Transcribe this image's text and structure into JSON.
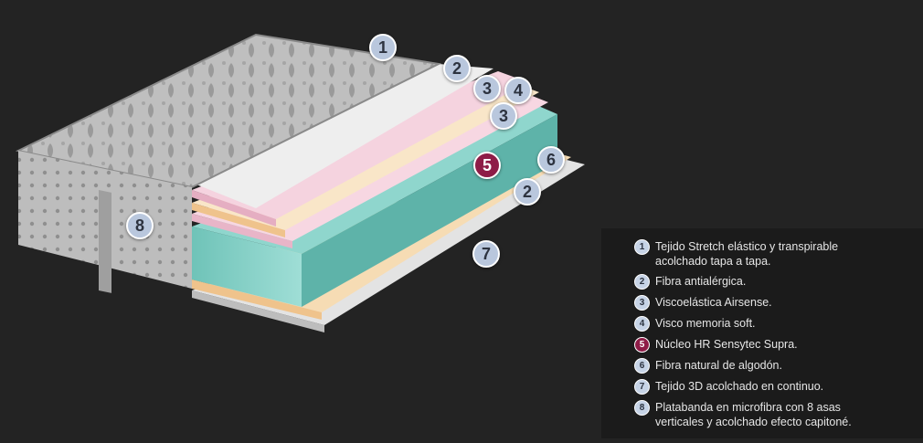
{
  "callouts": [
    {
      "id": "c1",
      "label": "1",
      "accent": false
    },
    {
      "id": "c2a",
      "label": "2",
      "accent": false
    },
    {
      "id": "c3a",
      "label": "3",
      "accent": false
    },
    {
      "id": "c4",
      "label": "4",
      "accent": false
    },
    {
      "id": "c3b",
      "label": "3",
      "accent": false
    },
    {
      "id": "c5",
      "label": "5",
      "accent": true
    },
    {
      "id": "c6",
      "label": "6",
      "accent": false
    },
    {
      "id": "c2b",
      "label": "2",
      "accent": false
    },
    {
      "id": "c7",
      "label": "7",
      "accent": false
    },
    {
      "id": "c8",
      "label": "8",
      "accent": false
    }
  ],
  "legend": [
    {
      "number": "1",
      "text": "Tejido Stretch elástico y transpirable acolchado tapa a tapa.",
      "accent": false
    },
    {
      "number": "2",
      "text": "Fibra antialérgica.",
      "accent": false
    },
    {
      "number": "3",
      "text": "Viscoelástica Airsense.",
      "accent": false
    },
    {
      "number": "4",
      "text": "Visco memoria soft.",
      "accent": false
    },
    {
      "number": "5",
      "text": "Núcleo HR Sensytec Supra.",
      "accent": true
    },
    {
      "number": "6",
      "text": "Fibra natural de algodón.",
      "accent": false
    },
    {
      "number": "7",
      "text": "Tejido 3D acolchado en continuo.",
      "accent": false
    },
    {
      "number": "8",
      "text": "Platabanda en microfibra con 8 asas verticales y acolchado efecto capitoné.",
      "accent": false
    }
  ],
  "colors": {
    "background": "#232323",
    "panel": "#1b1b1b",
    "badge": "#b9c7dd",
    "accent": "#8e1c47",
    "core_foam": "#7fcfc5",
    "fiber_layer": "#f4cfa0",
    "visco_layer": "#f2c9d8",
    "top_fabric": "#c8c8c8",
    "base_fabric": "#d9d9d9"
  }
}
